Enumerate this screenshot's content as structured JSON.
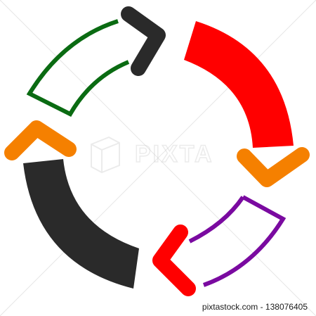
{
  "image": {
    "stock_id_text": "pixtastock.com - 138076405",
    "watermark": "PIXTA"
  },
  "arrows": [
    {
      "name": "green-outline-arrow",
      "body_color": "#0a6b12",
      "head_color": "#2a2a2a",
      "style": "outline"
    },
    {
      "name": "red-solid-arrow",
      "body_color": "#ff0000",
      "head_color": "#f58000",
      "style": "solid"
    },
    {
      "name": "purple-outline-arrow",
      "body_color": "#7a0aa0",
      "head_color": "#ff0000",
      "style": "outline"
    },
    {
      "name": "dark-solid-arrow",
      "body_color": "#2a2a2a",
      "head_color": "#f58000",
      "style": "solid"
    }
  ]
}
